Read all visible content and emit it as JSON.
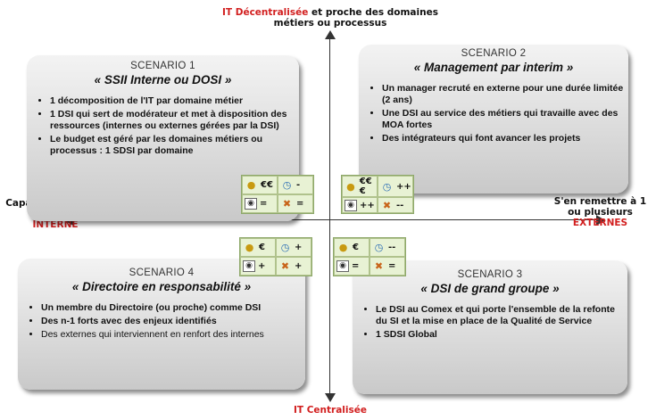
{
  "axes": {
    "top": {
      "highlight": "IT Décentralisée",
      "text": " et proche des domaines",
      "line2": "métiers ou processus"
    },
    "bottom": {
      "highlight": "IT Centralisée"
    },
    "left": {
      "line1": "Capacité à faire en",
      "line2": "interne",
      "highlight": "INTERNE"
    },
    "right": {
      "line1": "S'en remettre à 1",
      "line2": "ou plusieurs",
      "highlight": "EXTERNES"
    }
  },
  "scenarios": [
    {
      "label": "SCENARIO 1",
      "title": "« SSII Interne ou DOSI »",
      "items": [
        "1 décomposition de l'IT par domaine métier",
        "1 DSI qui sert de modérateur et met à disposition des ressources (internes ou externes gérées par la DSI)",
        "Le budget est géré par les domaines métiers ou processus : 1 SDSI par domaine"
      ]
    },
    {
      "label": "SCENARIO 2",
      "title": "« Management par interim »",
      "items": [
        "Un manager recruté en externe pour une durée limitée (2 ans)",
        "Une DSI au service des métiers qui travaille avec des MOA fortes",
        "Des intégrateurs qui font avancer les projets"
      ]
    },
    {
      "label": "SCENARIO 3",
      "title": "« DSI de grand groupe »",
      "items": [
        "Le DSI au Comex et qui porte l'ensemble de la refonte du SI et la mise en place de la Qualité de Service",
        "1 SDSI Global"
      ]
    },
    {
      "label": "SCENARIO 4",
      "title": "« Directoire en responsabilité »",
      "items": [
        "Un membre du Directoire (ou proche) comme DSI",
        "Des n-1 forts avec des enjeux identifiés",
        "Des externes qui interviennent en renfort des internes"
      ]
    }
  ],
  "indicators": [
    {
      "cost": "€€",
      "time": "-",
      "visibility": "=",
      "people": "="
    },
    {
      "cost": "€€€",
      "time": "++",
      "visibility": "++",
      "people": "--"
    },
    {
      "cost": "€",
      "time": "+",
      "visibility": "+",
      "people": "+"
    },
    {
      "cost": "€",
      "time": "--",
      "visibility": "=",
      "people": "="
    }
  ],
  "icons": [
    "coins-icon",
    "stopwatch-icon",
    "eye-icon",
    "people-icon"
  ]
}
